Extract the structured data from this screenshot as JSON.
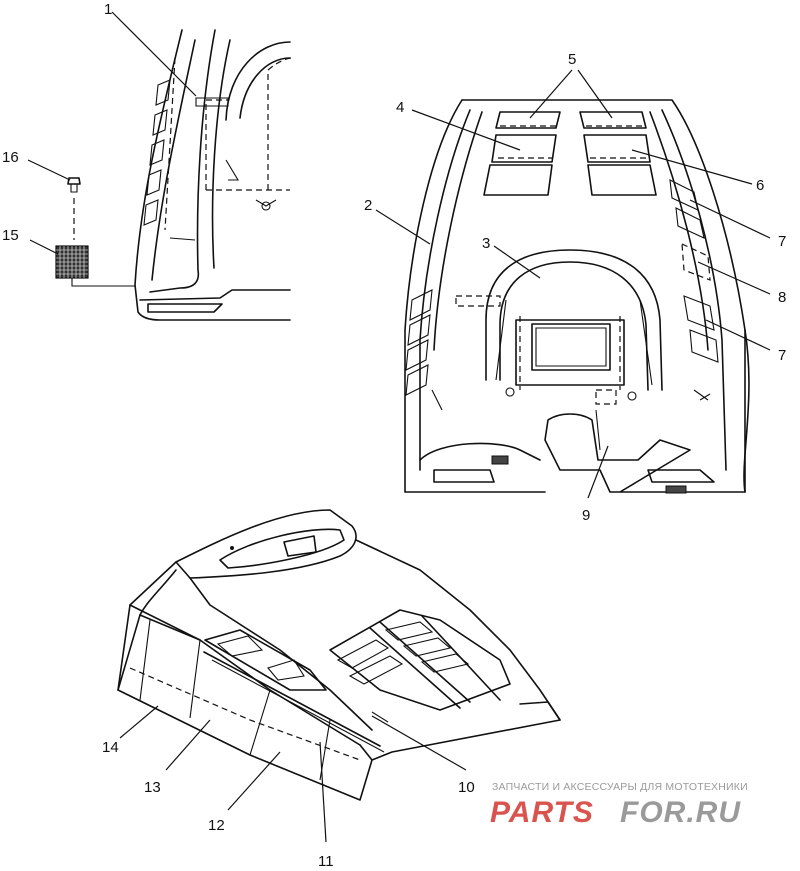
{
  "callouts": [
    {
      "id": "1",
      "label": "1"
    },
    {
      "id": "2",
      "label": "2"
    },
    {
      "id": "3",
      "label": "3"
    },
    {
      "id": "4",
      "label": "4"
    },
    {
      "id": "5",
      "label": "5"
    },
    {
      "id": "6",
      "label": "6"
    },
    {
      "id": "7a",
      "label": "7"
    },
    {
      "id": "7b",
      "label": "7"
    },
    {
      "id": "8",
      "label": "8"
    },
    {
      "id": "9",
      "label": "9"
    },
    {
      "id": "10",
      "label": "10"
    },
    {
      "id": "11",
      "label": "11"
    },
    {
      "id": "12",
      "label": "12"
    },
    {
      "id": "13",
      "label": "13"
    },
    {
      "id": "14",
      "label": "14"
    },
    {
      "id": "15",
      "label": "15"
    },
    {
      "id": "16",
      "label": "16"
    }
  ],
  "watermark": {
    "caption": "ЗАПЧАСТИ И АКСЕССУАРЫ ДЛЯ МОТОТЕХНИКИ",
    "logo_left": "PARTS",
    "logo_right": "FOR.RU",
    "logo_color_left": "#d9534f",
    "logo_color_right": "#9a9a9a"
  }
}
